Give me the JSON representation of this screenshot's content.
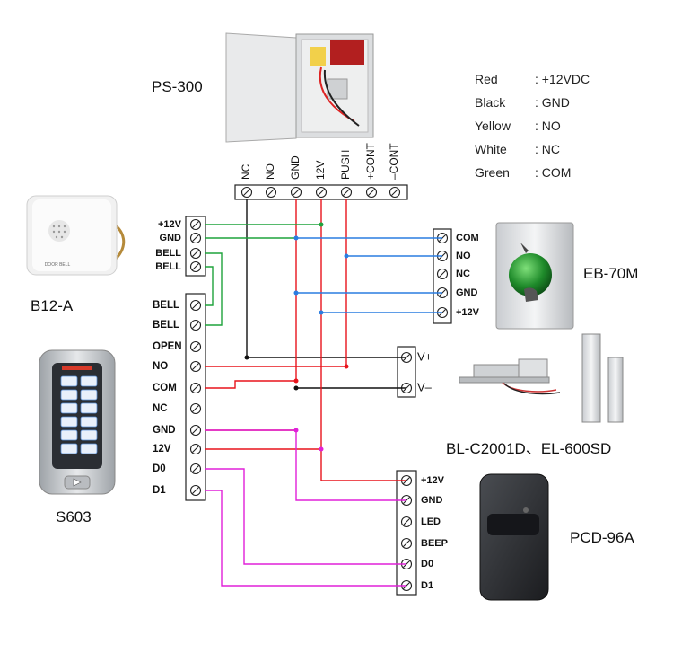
{
  "devices": {
    "power_supply": "PS-300",
    "doorbell": "B12-A",
    "keypad": "S603",
    "exit_button": "EB-70M",
    "locks": "BL-C2001D、EL-600SD",
    "reader": "PCD-96A"
  },
  "legend": [
    {
      "color_name": "Red",
      "meaning": ": +12VDC"
    },
    {
      "color_name": "Black",
      "meaning": ": GND"
    },
    {
      "color_name": "Yellow",
      "meaning": ": NO"
    },
    {
      "color_name": "White",
      "meaning": ": NC"
    },
    {
      "color_name": "Green",
      "meaning": ": COM"
    }
  ],
  "terminals": {
    "power": [
      "NC",
      "NO",
      "GND",
      "12V",
      "PUSH",
      "+CONT",
      "–CONT"
    ],
    "keypad_upper": [
      "+12V",
      "GND",
      "BELL",
      "BELL"
    ],
    "keypad_lower": [
      "BELL",
      "BELL",
      "OPEN",
      "NO",
      "COM",
      "NC",
      "GND",
      "12V",
      "D0",
      "D1"
    ],
    "exit_button": [
      "COM",
      "NO",
      "NC",
      "GND",
      "+12V"
    ],
    "lock": [
      "V+",
      "V–"
    ],
    "reader": [
      "+12V",
      "GND",
      "LED",
      "BEEP",
      "D0",
      "D1"
    ]
  },
  "device_text": {
    "doorbell_brand": "DOOR BELL"
  },
  "wire_colors": {
    "red": "#e8141c",
    "black": "#111111",
    "green": "#1ea33c",
    "blue": "#2a7de1",
    "magenta": "#e020d8"
  }
}
